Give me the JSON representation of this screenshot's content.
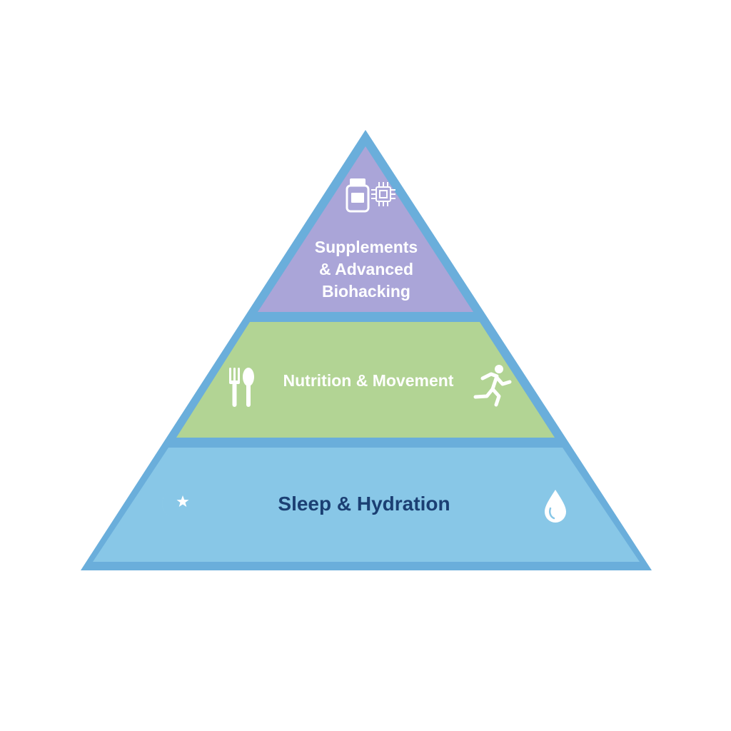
{
  "diagram": {
    "tiers": [
      {
        "id": "top",
        "label_lines": [
          "Supplements",
          "& Advanced",
          "Biohacking"
        ],
        "fill": "#aaa5d8",
        "text_color": "#ffffff",
        "icons": [
          "supplement-bottle-icon",
          "microchip-icon"
        ]
      },
      {
        "id": "middle",
        "label_lines": [
          "Nutrition & Movement"
        ],
        "fill": "#b2d494",
        "text_color": "#ffffff",
        "icons": [
          "fork-spoon-icon",
          "running-person-icon"
        ]
      },
      {
        "id": "bottom",
        "label_lines": [
          "Sleep & Hydration"
        ],
        "fill": "#88c7e7",
        "text_color": "#1b3f73",
        "icons": [
          "moon-star-icon",
          "water-drop-icon"
        ]
      }
    ],
    "outline_color": "#6aaedb",
    "icon_color": "#ffffff"
  }
}
